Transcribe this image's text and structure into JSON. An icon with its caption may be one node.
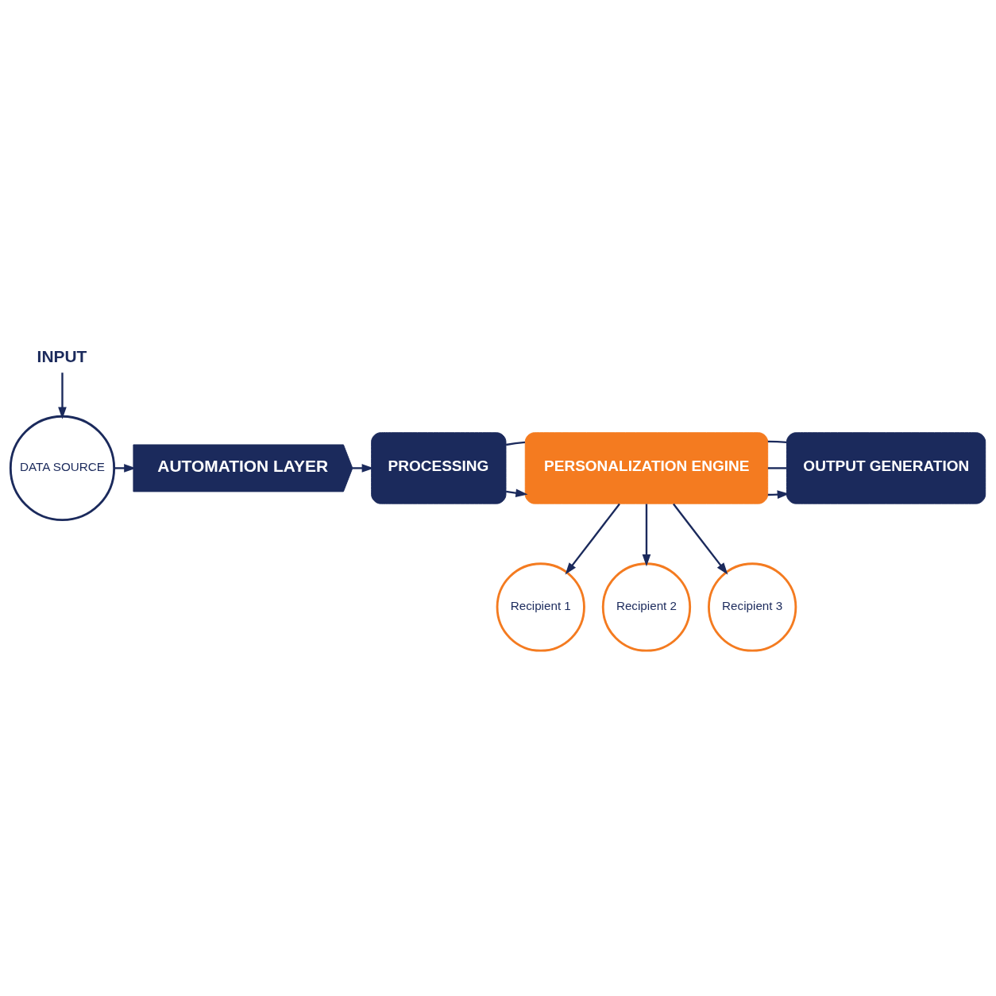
{
  "diagram": {
    "nodes": [
      {
        "text": [
          "INPUT"
        ]
      },
      {
        "text": [
          "DATA SOURCE"
        ]
      },
      {
        "text": [
          "AUTOMATION LAYER"
        ]
      },
      {
        "text": [
          "PROCESSING"
        ]
      },
      {
        "text": [
          "PERSONALIZATION ENGINE"
        ]
      },
      {
        "text": [
          "OUTPUT GENERATION"
        ]
      },
      {
        "text": [
          "Recipient 1"
        ]
      },
      {
        "text": [
          "Recipient 2"
        ]
      },
      {
        "text": [
          "Recipient 3"
        ]
      }
    ],
    "edges": [
      {
        "from": 0,
        "to": 1,
        "arrow": "to"
      },
      {
        "from": 1,
        "to": 2,
        "arrow": "to"
      },
      {
        "from": 2,
        "to": 3,
        "arrow": "to"
      },
      {
        "from": 3,
        "to": 4,
        "arrow": "to"
      },
      {
        "from": 4,
        "to": 5,
        "arrow": "to"
      },
      {
        "from": 3,
        "to": 4,
        "arrow": "none"
      },
      {
        "from": 4,
        "to": 5,
        "arrow": "none"
      },
      {
        "from": 4,
        "to": 5,
        "arrow": "none"
      },
      {
        "from": 4,
        "to": 6,
        "arrow": "to"
      },
      {
        "from": 4,
        "to": 7,
        "arrow": "to"
      },
      {
        "from": 4,
        "to": 8,
        "arrow": "to"
      }
    ]
  }
}
